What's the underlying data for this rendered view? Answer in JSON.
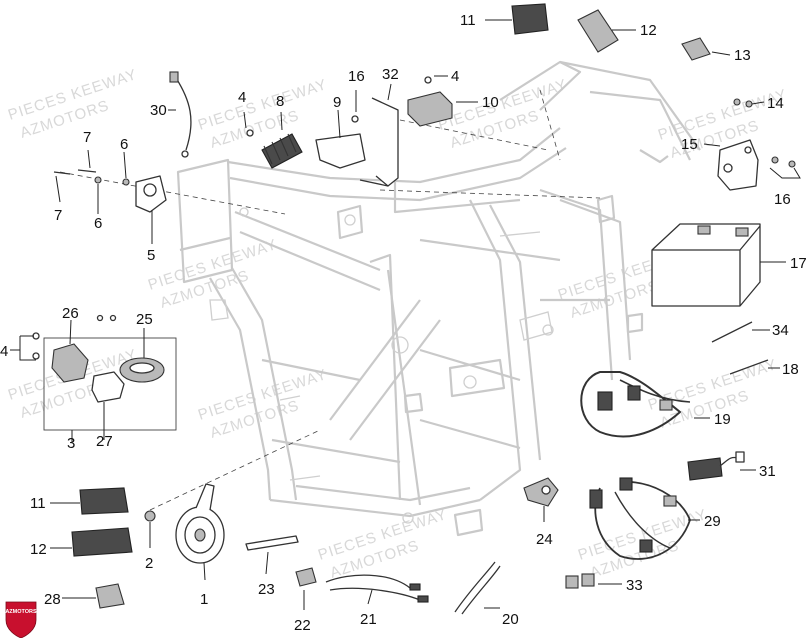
{
  "watermark": {
    "line1": "PIECES KEEWAY",
    "line2": "AZMOTORS"
  },
  "logo": {
    "text": "AZMOTORS",
    "color": "#c8102e"
  },
  "callouts": [
    {
      "id": "c30",
      "label": "30"
    },
    {
      "id": "c4a",
      "label": "4"
    },
    {
      "id": "c8",
      "label": "8"
    },
    {
      "id": "c16a",
      "label": "16"
    },
    {
      "id": "c9",
      "label": "9"
    },
    {
      "id": "c32",
      "label": "32"
    },
    {
      "id": "c4b",
      "label": "4"
    },
    {
      "id": "c10",
      "label": "10"
    },
    {
      "id": "c11a",
      "label": "11"
    },
    {
      "id": "c12a",
      "label": "12"
    },
    {
      "id": "c13",
      "label": "13"
    },
    {
      "id": "c14",
      "label": "14"
    },
    {
      "id": "c15",
      "label": "15"
    },
    {
      "id": "c16b",
      "label": "16"
    },
    {
      "id": "c17",
      "label": "17"
    },
    {
      "id": "c34",
      "label": "34"
    },
    {
      "id": "c18",
      "label": "18"
    },
    {
      "id": "c19",
      "label": "19"
    },
    {
      "id": "c31",
      "label": "31"
    },
    {
      "id": "c29",
      "label": "29"
    },
    {
      "id": "c33",
      "label": "33"
    },
    {
      "id": "c20",
      "label": "20"
    },
    {
      "id": "c21",
      "label": "21"
    },
    {
      "id": "c22",
      "label": "22"
    },
    {
      "id": "c23",
      "label": "23"
    },
    {
      "id": "c24",
      "label": "24"
    },
    {
      "id": "c1",
      "label": "1"
    },
    {
      "id": "c2",
      "label": "2"
    },
    {
      "id": "c11b",
      "label": "11"
    },
    {
      "id": "c12b",
      "label": "12"
    },
    {
      "id": "c28",
      "label": "28"
    },
    {
      "id": "c3",
      "label": "3"
    },
    {
      "id": "c27",
      "label": "27"
    },
    {
      "id": "c4c",
      "label": "4"
    },
    {
      "id": "c26",
      "label": "26"
    },
    {
      "id": "c25",
      "label": "25"
    },
    {
      "id": "c7a",
      "label": "7"
    },
    {
      "id": "c6a",
      "label": "6"
    },
    {
      "id": "c7b",
      "label": "7"
    },
    {
      "id": "c6b",
      "label": "6"
    },
    {
      "id": "c5",
      "label": "5"
    }
  ]
}
